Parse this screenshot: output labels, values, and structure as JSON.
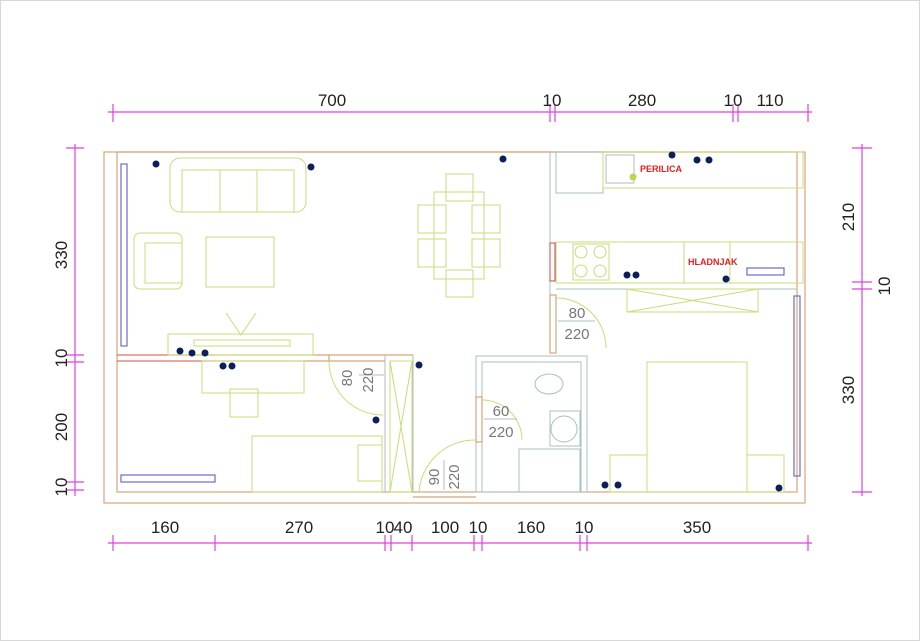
{
  "dimensions": {
    "top": [
      "700",
      "10",
      "280",
      "10",
      "110"
    ],
    "right": [
      "210",
      "10",
      "330"
    ],
    "left": [
      "330",
      "10",
      "200",
      "10"
    ],
    "bottom": [
      "160",
      "270",
      "10",
      "40",
      "100",
      "10",
      "160",
      "10",
      "350"
    ]
  },
  "doors": [
    {
      "width": "80",
      "height": "220"
    },
    {
      "width": "80",
      "height": "220"
    },
    {
      "width": "60",
      "height": "220"
    },
    {
      "width": "90",
      "height": "220"
    }
  ],
  "labels": {
    "washer": "PERILICA",
    "fridge": "HLADNJAK"
  },
  "colors": {
    "dimension": "#e040e0",
    "wall": "#d9a37a",
    "furniture": "#c8dc78",
    "outlet": "#0b1f5c",
    "label": "#e02020"
  }
}
